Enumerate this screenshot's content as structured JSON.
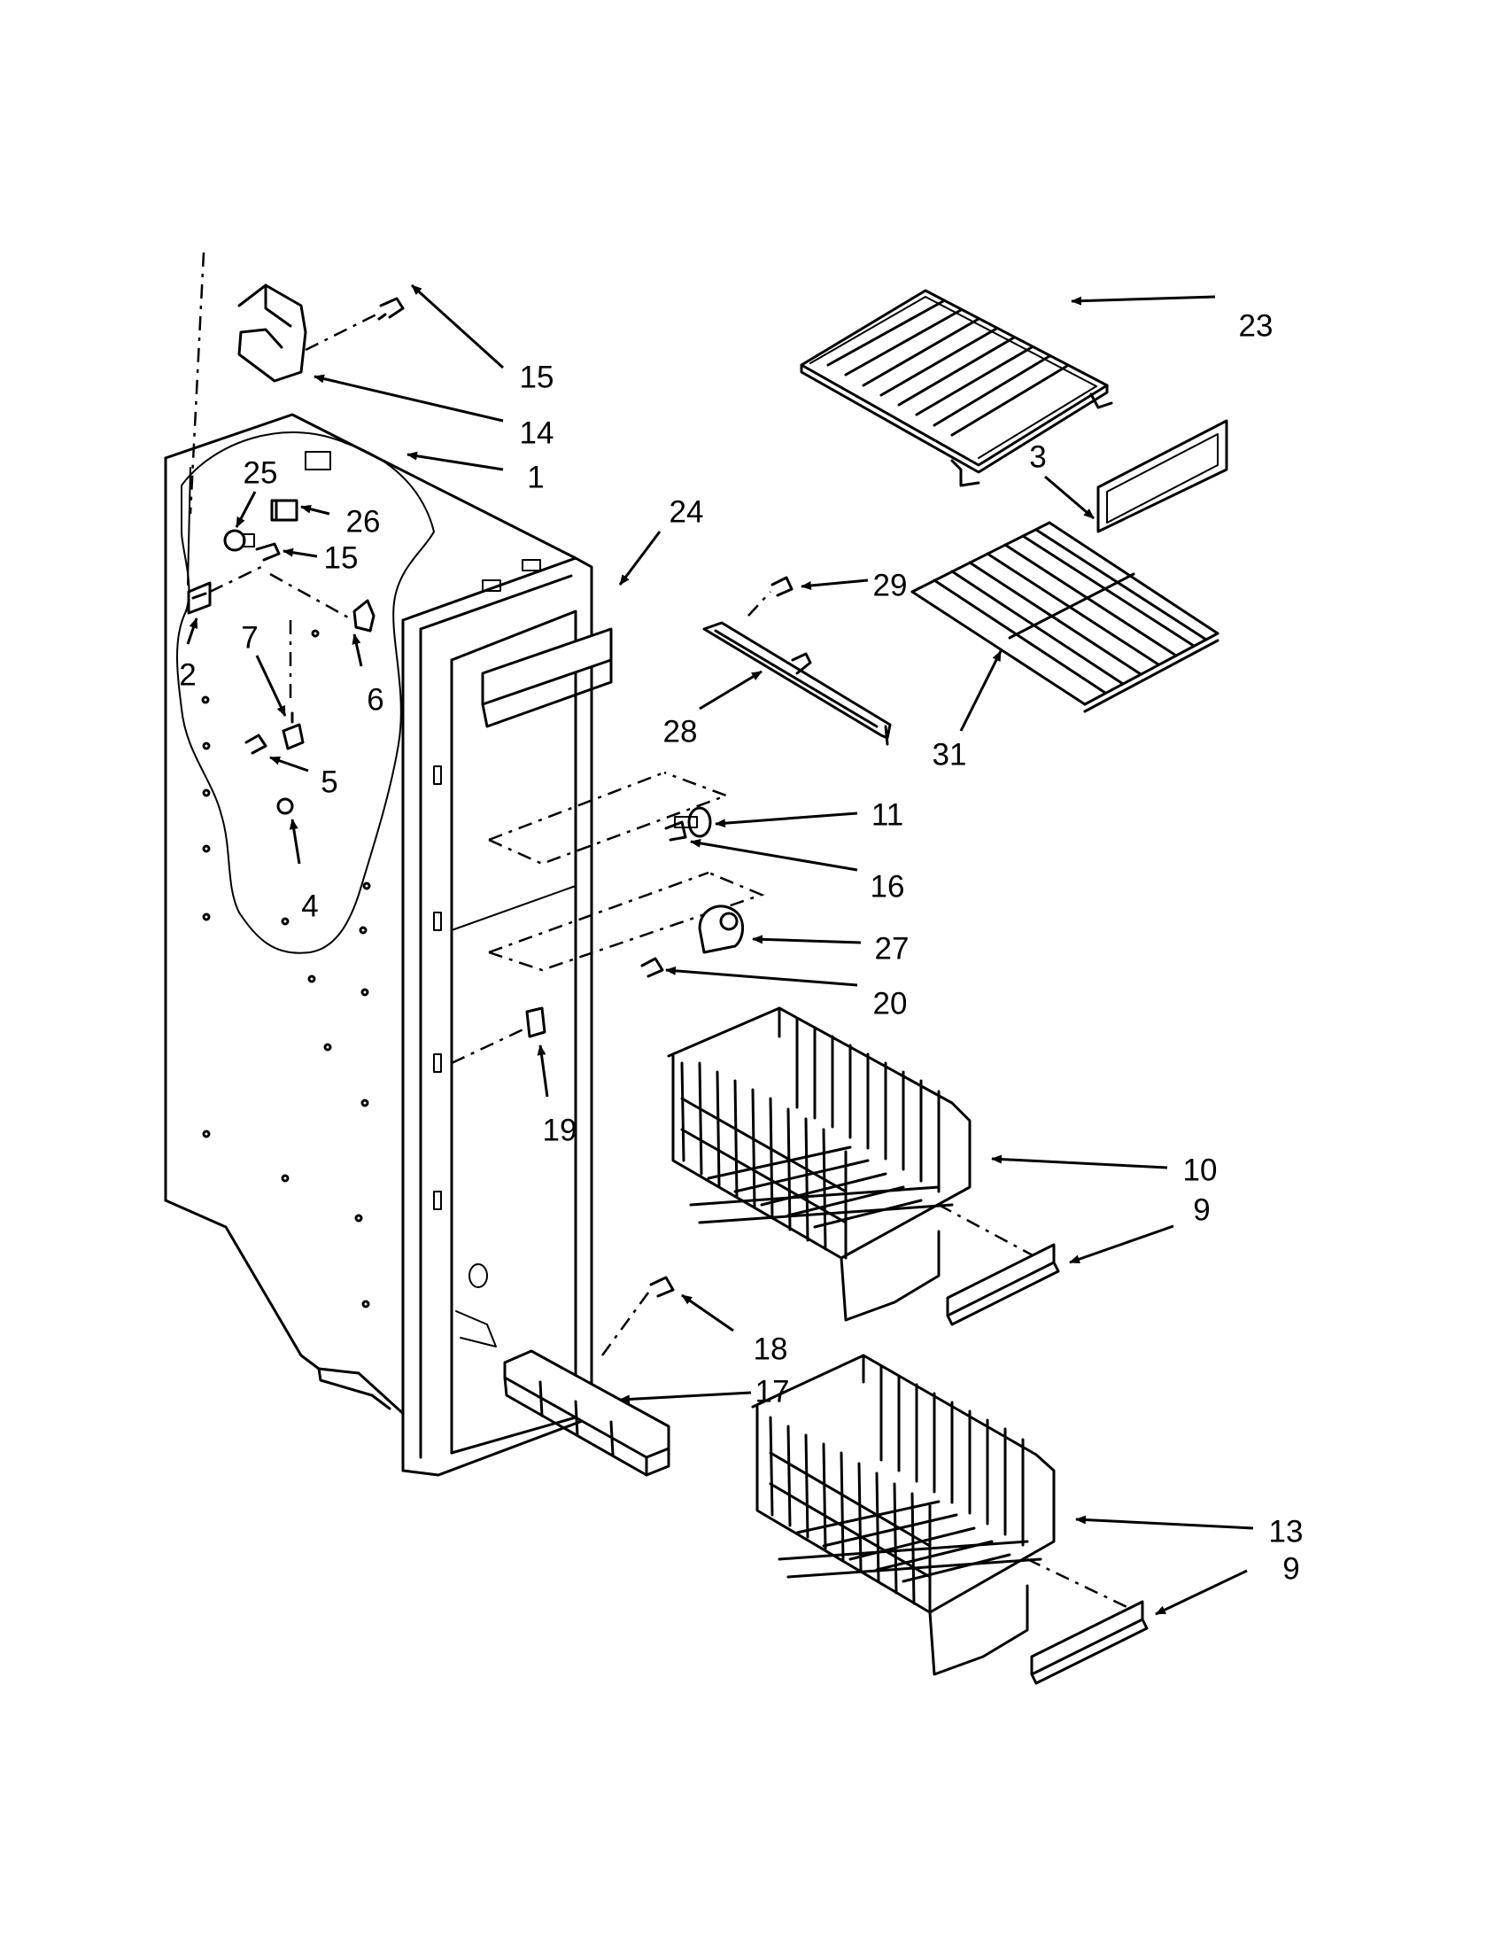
{
  "diagram": {
    "callouts": [
      {
        "id": "c1",
        "text": "1"
      },
      {
        "id": "c2",
        "text": "2"
      },
      {
        "id": "c3",
        "text": "3"
      },
      {
        "id": "c4",
        "text": "4"
      },
      {
        "id": "c5",
        "text": "5"
      },
      {
        "id": "c6",
        "text": "6"
      },
      {
        "id": "c7",
        "text": "7"
      },
      {
        "id": "c9a",
        "text": "9"
      },
      {
        "id": "c9b",
        "text": "9"
      },
      {
        "id": "c10",
        "text": "10"
      },
      {
        "id": "c11",
        "text": "11"
      },
      {
        "id": "c13",
        "text": "13"
      },
      {
        "id": "c14",
        "text": "14"
      },
      {
        "id": "c15a",
        "text": "15"
      },
      {
        "id": "c15b",
        "text": "15"
      },
      {
        "id": "c16",
        "text": "16"
      },
      {
        "id": "c17",
        "text": "17"
      },
      {
        "id": "c18",
        "text": "18"
      },
      {
        "id": "c19",
        "text": "19"
      },
      {
        "id": "c20",
        "text": "20"
      },
      {
        "id": "c23",
        "text": "23"
      },
      {
        "id": "c24",
        "text": "24"
      },
      {
        "id": "c25",
        "text": "25"
      },
      {
        "id": "c26",
        "text": "26"
      },
      {
        "id": "c27",
        "text": "27"
      },
      {
        "id": "c28",
        "text": "28"
      },
      {
        "id": "c29",
        "text": "29"
      },
      {
        "id": "c31",
        "text": "31"
      }
    ]
  }
}
